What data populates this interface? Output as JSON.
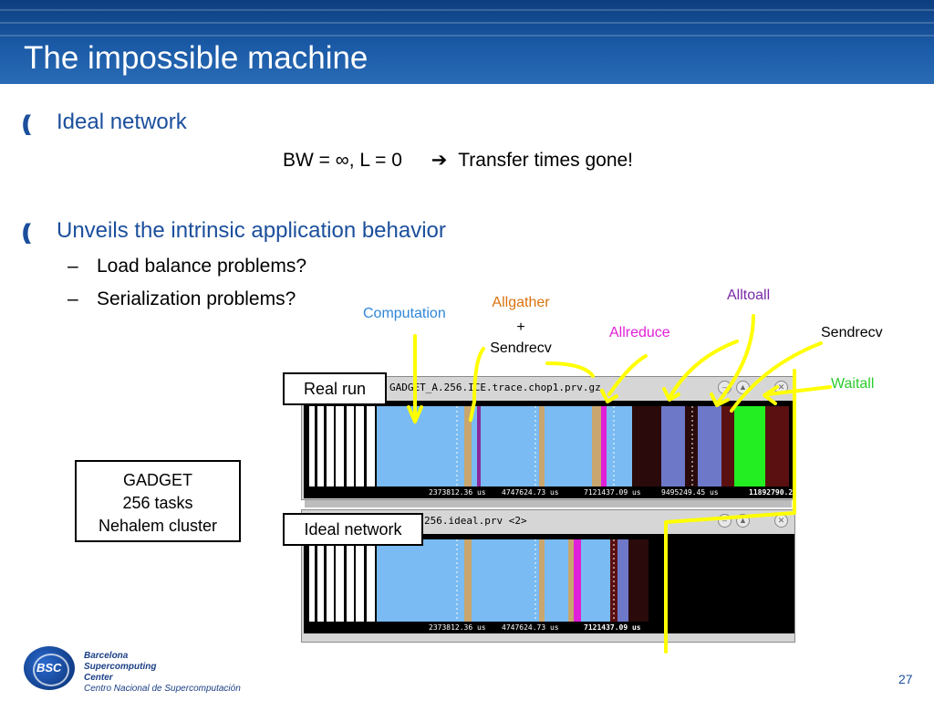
{
  "slide": {
    "title": "The impossible machine",
    "bullets": [
      {
        "label": "Ideal network"
      },
      {
        "label": "Unveils the intrinsic application behavior",
        "sub": [
          "Load balance problems?",
          "Serialization problems?"
        ]
      }
    ],
    "bullet_glyph": "((",
    "sub_glyph": "–",
    "equation": {
      "text": "BW = ∞, L = 0",
      "arrow": "➔",
      "result": "Transfer times gone!"
    },
    "page_number": "27"
  },
  "annotations": {
    "computation": "Computation",
    "allgather_line1": "Allgather",
    "allgather_line2": "+",
    "allgather_line3": "Sendrecv",
    "allreduce": "Allreduce",
    "alltoall": "Alltoall",
    "sendrecv": "Sendrecv",
    "waitall": "Waitall",
    "real_run": "Real run",
    "ideal_network": "Ideal network",
    "gadget_line1": "GADGET",
    "gadget_line2": "256 tasks",
    "gadget_line3": "Nehalem cluster"
  },
  "colors": {
    "header": "#1a5aa6",
    "computation": "#2f86d8",
    "allgather": "#d9720f",
    "allreduce": "#e020d8",
    "alltoall": "#7a2aa8",
    "waitall": "#2ccc2c",
    "arrow": "#ffff00"
  },
  "windows": {
    "real": {
      "title": "GADGET_A.256.ICE.trace.chop1.prv.gz",
      "ticks": [
        "2373812.36 us",
        "4747624.73 us",
        "7121437.09 us",
        "9495249.45 us",
        "11892790.2"
      ]
    },
    "ideal": {
      "title": "256.ideal.prv <2>",
      "ticks": [
        "2373812.36 us",
        "4747624.73 us",
        "7121437.09 us"
      ]
    }
  },
  "logo": {
    "badge": "BSC",
    "line1": "Barcelona",
    "line2": "Supercomputing",
    "line3": "Center",
    "line4": "Centro Nacional de Supercomputación"
  }
}
